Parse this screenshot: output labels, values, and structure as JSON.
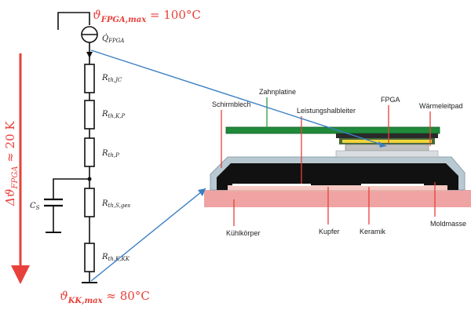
{
  "circuit": {
    "top_temp": "ϑFPGA,max = 100°C",
    "top_temp_parts": {
      "symbol": "ϑ",
      "sub": "FPGA,max",
      "rest": " = 100°C"
    },
    "source_label": {
      "symbol": "Q̇",
      "sub": "FPGA"
    },
    "resistors": [
      {
        "symbol": "R",
        "sub": "th,JC"
      },
      {
        "symbol": "R",
        "sub": "th,K,P"
      },
      {
        "symbol": "R",
        "sub": "th,P"
      },
      {
        "symbol": "R",
        "sub": "th,S,ges"
      },
      {
        "symbol": "R",
        "sub": "th,K,KK"
      }
    ],
    "capacitor": {
      "symbol": "C",
      "sub": "S"
    },
    "bottom_temp_parts": {
      "symbol": "ϑ",
      "sub": "KK,max",
      "rest": " ≈ 80°C"
    },
    "delta_parts": {
      "prefix": "Δϑ",
      "sub": "FPGA",
      "rest": " ≈ 20 K"
    }
  },
  "cross_section": {
    "labels": {
      "schirmblech": "Schirmblech",
      "zahnplatine": "Zahnplatine",
      "leistungshalbleiter": "Leistungshalbleiter",
      "fpga": "FPGA",
      "waermeleitpad": "Wärmeleitpad",
      "kuehlkoerper": "Kühlkörper",
      "kupfer": "Kupfer",
      "keramik": "Keramik",
      "moldmasse": "Moldmasse"
    }
  },
  "colors": {
    "red": "#e8403a",
    "blue": "#3a7fc4",
    "pcb_green": "#1f8a3a",
    "heatsink": "#f0a3a3",
    "mold": "#111111",
    "shield": "#b9c9d2"
  }
}
